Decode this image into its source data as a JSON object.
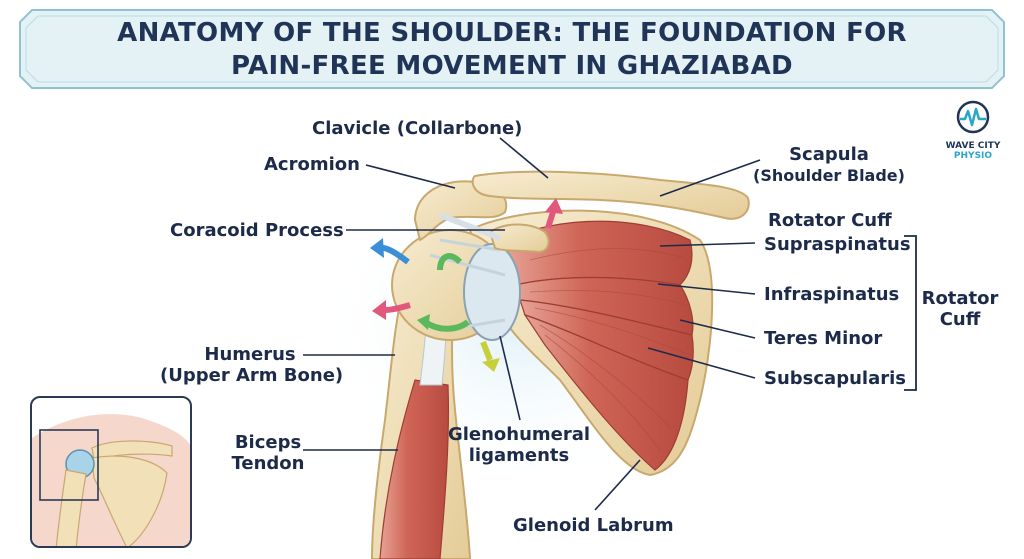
{
  "title_line1": "ANATOMY OF THE SHOULDER: THE FOUNDATION FOR",
  "title_line2": "PAIN-FREE MOVEMENT IN GHAZIABAD",
  "logo": {
    "line1": "WAVE CITY",
    "line2": "PHYSIO",
    "icon": "wave-logo-icon"
  },
  "labels": {
    "clavicle": "Clavicle (Collarbone)",
    "acromion": "Acromion",
    "scapula": "Scapula",
    "scapula_sub": "(Shoulder Blade)",
    "coracoid": "Coracoid Process",
    "rotator_cuff_heading": "Rotator Cuff",
    "supraspinatus": "Supraspinatus",
    "infraspinatus": "Infraspinatus",
    "teres_minor": "Teres Minor",
    "subscapularis": "Subscapularis",
    "rotator_cuff_group_1": "Rotator",
    "rotator_cuff_group_2": "Cuff",
    "humerus": "Humerus",
    "humerus_sub": "(Upper Arm Bone)",
    "biceps": "Biceps",
    "biceps_sub": "Tendon",
    "glenohumeral": "Glenohumeral",
    "glenohumeral_sub": "ligaments",
    "glenoid_labrum": "Glenoid Labrum"
  },
  "colors": {
    "bone": "#f1e0b8",
    "bone_edge": "#c9a86e",
    "muscle": "#c8574a",
    "muscle_light": "#e0867a",
    "navy": "#1f3457",
    "arrow_blue": "#3a8fd6",
    "arrow_green": "#5cb85c",
    "arrow_pink": "#e2577e",
    "arrow_yellow": "#c8cf3c"
  }
}
